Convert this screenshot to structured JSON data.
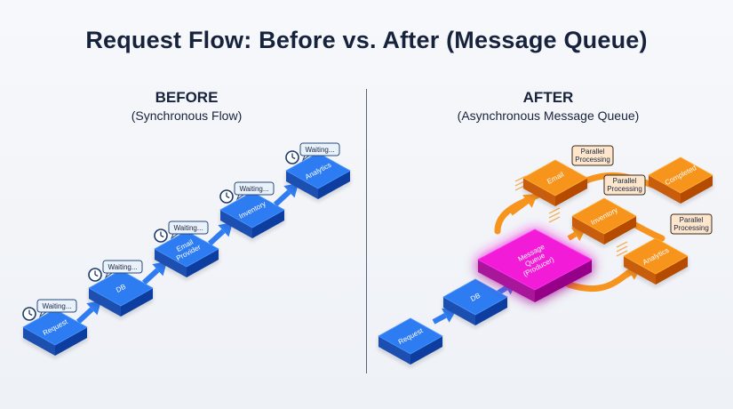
{
  "title": "Request Flow: Before vs. After (Message Queue)",
  "before": {
    "heading": "BEFORE",
    "subheading": "(Synchronous Flow)",
    "nodes": [
      {
        "label_lines": [
          "Request"
        ],
        "waiting": "Waiting..."
      },
      {
        "label_lines": [
          "DB"
        ],
        "waiting": "Waiting..."
      },
      {
        "label_lines": [
          "Email",
          "Provider"
        ],
        "waiting": "Waiting..."
      },
      {
        "label_lines": [
          "Inventory"
        ],
        "waiting": "Waiting..."
      },
      {
        "label_lines": [
          "Analytics"
        ],
        "waiting": "Waiting..."
      }
    ]
  },
  "after": {
    "heading": "AFTER",
    "subheading": "(Asynchronous Message Queue)",
    "nodes": {
      "request": [
        "Request"
      ],
      "db": [
        "DB"
      ],
      "queue": [
        "Message",
        "Queue",
        "(Producer)"
      ],
      "email": [
        "Email"
      ],
      "inventory": [
        "Inventory"
      ],
      "analytics": [
        "Analytics"
      ],
      "completed": [
        "Completed"
      ]
    },
    "tags": [
      [
        "Parallel",
        "Processing"
      ],
      [
        "Parallel",
        "Processing"
      ],
      [
        "Parallel",
        "Processing"
      ]
    ]
  },
  "colors": {
    "blue_top": "#2f7cf2",
    "blue_side": "#1a4fb0",
    "orange_top": "#f7941d",
    "orange_side": "#c75d0a",
    "magenta_top": "#f21bd8",
    "magenta_side": "#a8129a",
    "bubble_fill": "#e9f1fb",
    "tag_fill": "#fde6cc"
  }
}
